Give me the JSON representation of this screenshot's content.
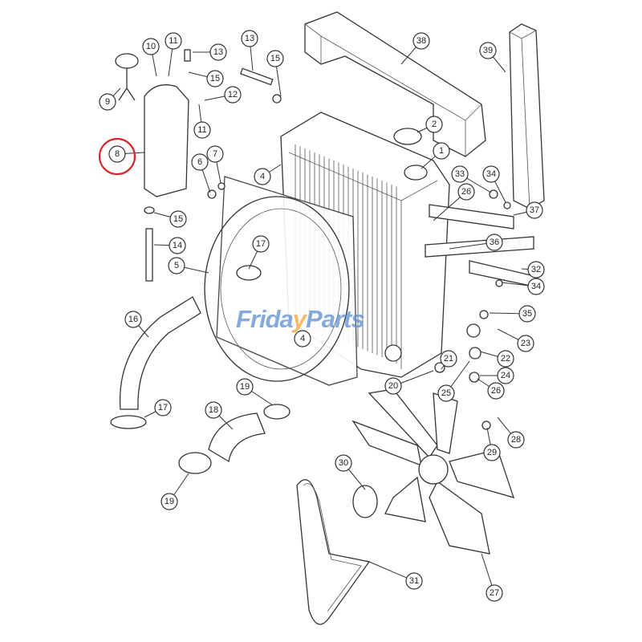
{
  "diagram": {
    "callouts": [
      "10",
      "11",
      "13",
      "15",
      "12",
      "9",
      "11",
      "8",
      "6",
      "7",
      "4",
      "13",
      "15",
      "38",
      "39",
      "2",
      "1",
      "33",
      "34",
      "26",
      "37",
      "36",
      "32",
      "34",
      "35",
      "15",
      "14",
      "17",
      "5",
      "16",
      "4",
      "23",
      "22",
      "21",
      "24",
      "20",
      "26",
      "25",
      "17",
      "19",
      "18",
      "28",
      "29",
      "30",
      "19",
      "31",
      "27"
    ],
    "highlighted_callout": "8",
    "highlight_color": "#d9262c",
    "line_color": "#333333"
  },
  "watermark": {
    "text_a": "Frida",
    "text_b": "y",
    "text_c": "Parts",
    "colors": {
      "main": "#5b8fd0",
      "accent": "#f3a63a"
    }
  }
}
